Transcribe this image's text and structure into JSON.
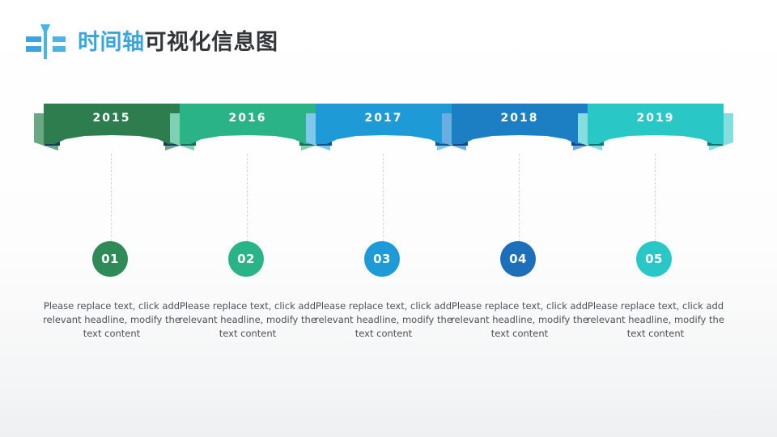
{
  "header": {
    "logo_icon": "timeline-pin-icon",
    "title_accent": "时间轴",
    "title_rest": "可视化信息图"
  },
  "timeline": {
    "items": [
      {
        "year": "2015",
        "number": "01",
        "text": "Please replace text, click add relevant headline, modify the text content",
        "ribbon_color": "#2e7d4f",
        "tail_color": "#6aa883",
        "fold_color": "#1f3a5f",
        "circle_color": "#2e8b57"
      },
      {
        "year": "2016",
        "number": "02",
        "text": "Please replace text, click add relevant headline, modify the text content",
        "ribbon_color": "#2bb388",
        "tail_color": "#7fd0b4",
        "fold_color": "#1b6e57",
        "circle_color": "#2bb388"
      },
      {
        "year": "2017",
        "number": "03",
        "text": "Please replace text, click add relevant headline, modify the text content",
        "ribbon_color": "#1e9ad6",
        "tail_color": "#7ec8ec",
        "fold_color": "#16558c",
        "circle_color": "#1e9ad6"
      },
      {
        "year": "2018",
        "number": "04",
        "text": "Please replace text, click add relevant headline, modify the text content",
        "ribbon_color": "#1c7fc4",
        "tail_color": "#69aee0",
        "fold_color": "#144a80",
        "circle_color": "#1c6fb8"
      },
      {
        "year": "2019",
        "number": "05",
        "text": "Please replace text, click add relevant headline, modify the text content",
        "ribbon_color": "#2ac7c7",
        "tail_color": "#85dede",
        "fold_color": "#13786f",
        "circle_color": "#2ac7c7"
      }
    ]
  }
}
